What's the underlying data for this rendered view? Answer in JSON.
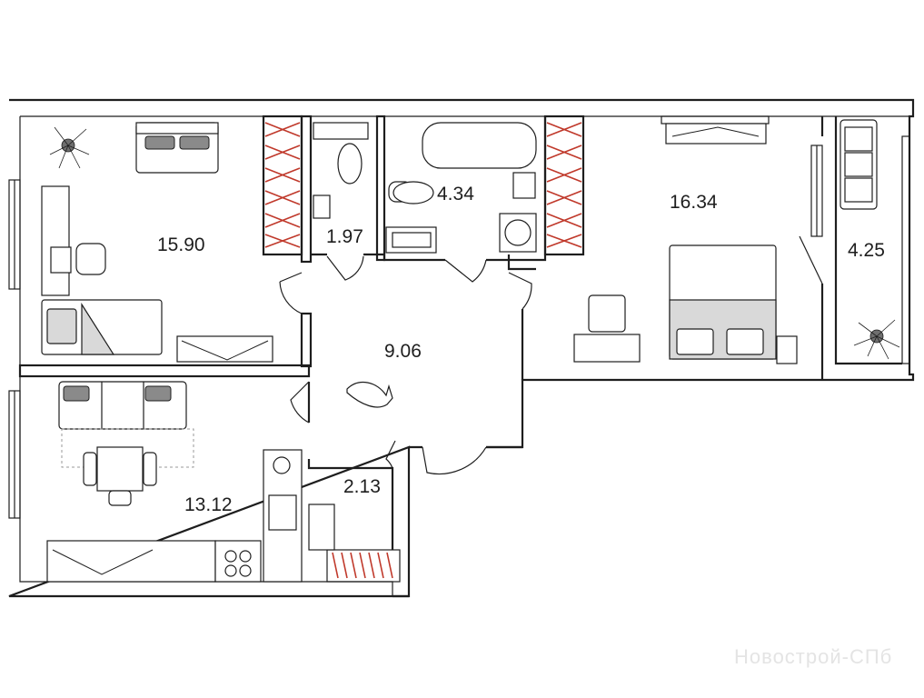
{
  "plan": {
    "rooms": [
      {
        "id": "bedroom-left",
        "area": "15.90"
      },
      {
        "id": "bathroom-wc",
        "area": "1.97"
      },
      {
        "id": "bathroom-bath",
        "area": "4.34"
      },
      {
        "id": "bedroom-right",
        "area": "16.34"
      },
      {
        "id": "balcony",
        "area": "4.25"
      },
      {
        "id": "hallway",
        "area": "9.06"
      },
      {
        "id": "kitchen-living",
        "area": "13.12"
      },
      {
        "id": "storage",
        "area": "2.13"
      }
    ],
    "watermark": "Новострой-СПб"
  }
}
